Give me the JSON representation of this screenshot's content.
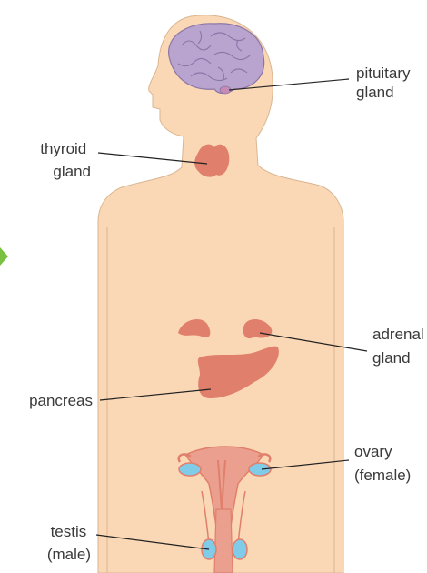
{
  "colors": {
    "skin": "#fbd8b5",
    "skin_outline": "#d9b592",
    "brain": "#b9a3cf",
    "brain_lines": "#8a76a6",
    "gland": "#e07f6c",
    "gland_light": "#eba08f",
    "ovary_blue": "#7fcbe8",
    "leader_line": "#222222",
    "arrow": "#7ac142"
  },
  "labels": {
    "pituitary": [
      "pituitary",
      "gland"
    ],
    "thyroid": [
      "thyroid",
      "gland"
    ],
    "adrenal": [
      "adrenal",
      "gland"
    ],
    "pancreas": [
      "pancreas"
    ],
    "ovary": [
      "ovary",
      "(female)"
    ],
    "testis": [
      "testis",
      "(male)"
    ]
  }
}
